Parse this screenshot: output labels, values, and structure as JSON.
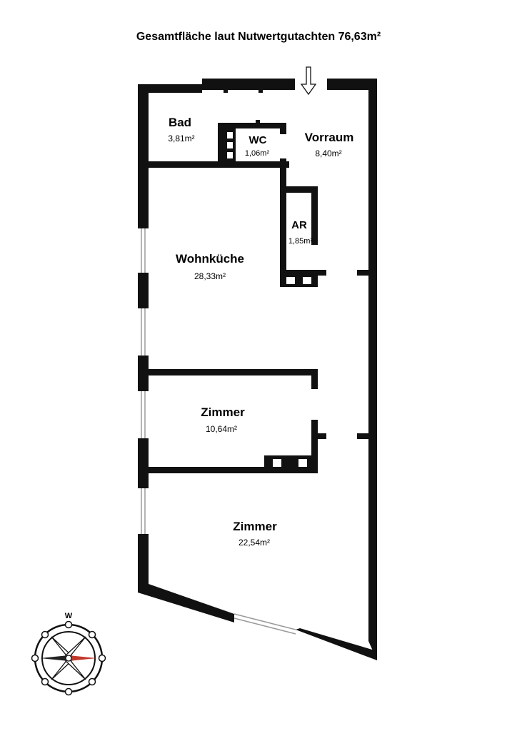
{
  "title": "Gesamtfläche laut Nutwertgutachten 76,63m²",
  "rooms": [
    {
      "name": "Bad",
      "area": "3,81m²"
    },
    {
      "name": "WC",
      "area": "1,06m²"
    },
    {
      "name": "Vorraum",
      "area": "8,40m²"
    },
    {
      "name": "AR",
      "area": "1,85m²"
    },
    {
      "name": "Wohnküche",
      "area": "28,33m²"
    },
    {
      "name": "Zimmer",
      "area": "10,64m²"
    },
    {
      "name": "Zimmer",
      "area": "22,54m²"
    }
  ],
  "compass": {
    "label": "W",
    "needle_color": "#c0392b"
  },
  "colors": {
    "wall": "#111111",
    "window": "#9a9a9a",
    "background": "#ffffff"
  },
  "icons": {
    "entrance": "down-arrow-icon",
    "compass": "compass-rose-icon"
  }
}
